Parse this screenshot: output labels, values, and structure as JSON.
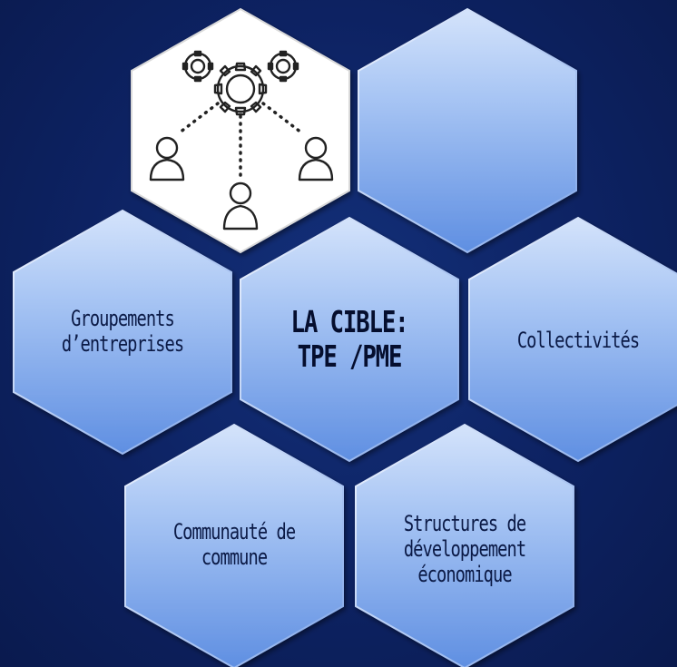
{
  "diagram": {
    "center": {
      "line1": "LA CIBLE:",
      "line2": "TPE /PME"
    },
    "left": "Groupements\nd’entreprises",
    "right": "Collectivités",
    "bottom_left": "Communauté de\ncommune",
    "bottom_right": "Structures de\ndéveloppement\néconomique",
    "top_right": "",
    "top_left_icon": "network-people-gears-icon"
  },
  "colors": {
    "background": "#0c1f5a",
    "hex_fill_light": "#bcd3f6",
    "hex_fill_dark": "#6f9ae8",
    "icon_hex_fill": "#ffffff",
    "text": "#0b1a46"
  }
}
